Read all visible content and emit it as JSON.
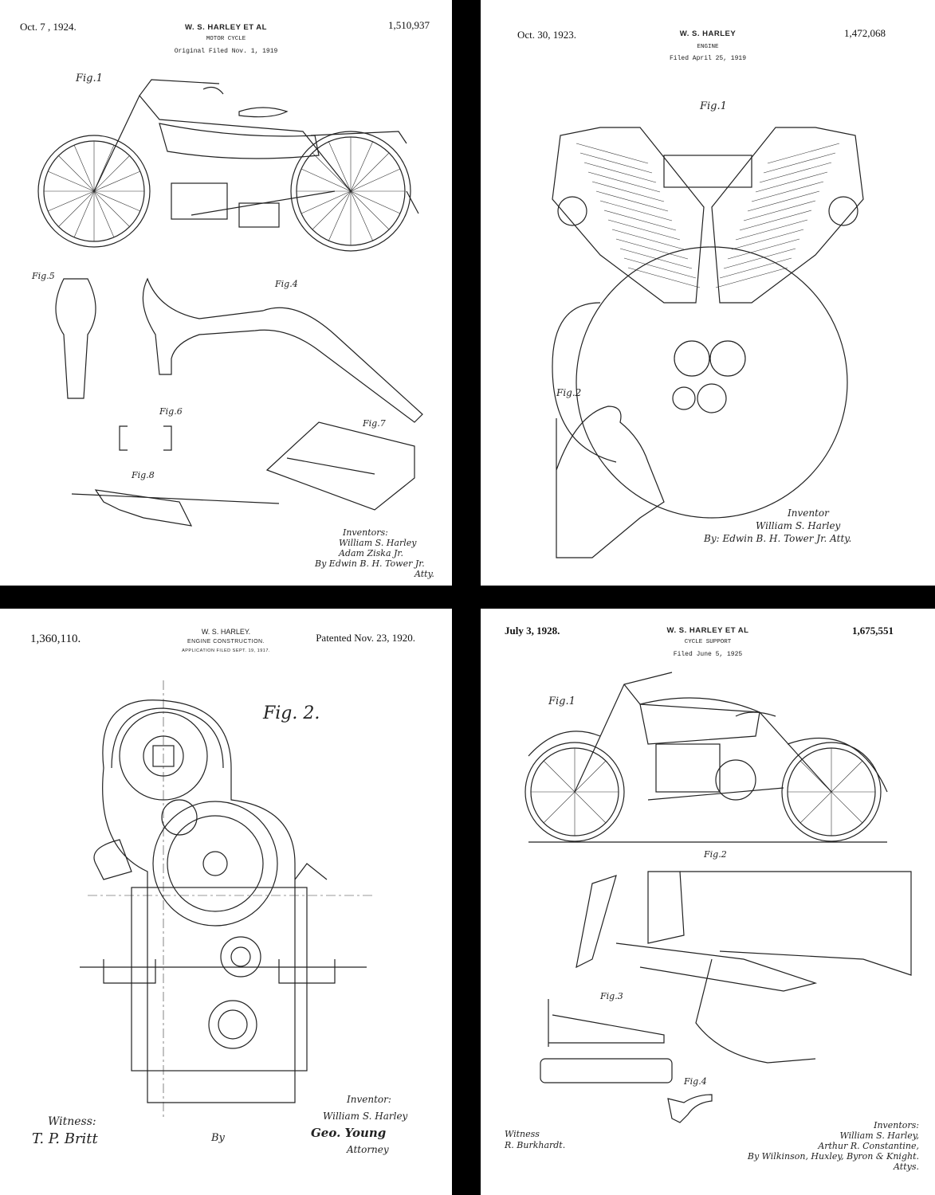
{
  "panels": [
    {
      "date": "Oct. 7 , 1924.",
      "inventor_header": "W. S. HARLEY ET AL",
      "title": "MOTOR CYCLE",
      "filed": "Original Filed Nov. 1, 1919",
      "number": "1,510,937",
      "figures": [
        "Fig.1",
        "Fig.5",
        "Fig.4",
        "Fig.6",
        "Fig.7",
        "Fig.8"
      ],
      "signature": [
        "Inventors:",
        "William S. Harley",
        "Adam Ziska Jr.",
        "By Edwin B. H. Tower Jr.",
        "Atty."
      ]
    },
    {
      "date": "Oct. 30, 1923.",
      "inventor_header": "W. S. HARLEY",
      "title": "ENGINE",
      "filed": "Filed April 25, 1919",
      "number": "1,472,068",
      "figures": [
        "Fig.1",
        "Fig.2"
      ],
      "signature": [
        "Inventor",
        "William S. Harley",
        "By: Edwin B. H. Tower Jr. Atty."
      ]
    },
    {
      "number": "1,360,110.",
      "inventor_header": "W. S. HARLEY.",
      "title": "ENGINE CONSTRUCTION.",
      "filed": "APPLICATION FILED SEPT. 19, 1917.",
      "date": "Patented Nov. 23, 1920.",
      "figures": [
        "Fig. 2."
      ],
      "witness": [
        "Witness:",
        "T. P. Britt"
      ],
      "by": "By",
      "signature": [
        "Inventor:",
        "William S. Harley",
        "Geo. Young",
        "Attorney"
      ]
    },
    {
      "date": "July 3, 1928.",
      "inventor_header": "W. S. HARLEY ET AL",
      "title": "CYCLE SUPPORT",
      "filed": "Filed June 5, 1925",
      "number": "1,675,551",
      "figures": [
        "Fig.1",
        "Fig.2",
        "Fig.3",
        "Fig.4"
      ],
      "witness": [
        "Witness",
        "R. Burkhardt."
      ],
      "signature": [
        "Inventors:",
        "William S. Harley,",
        "Arthur R. Constantine,",
        "By Wilkinson, Huxley, Byron & Knight.",
        "Attys."
      ]
    }
  ]
}
